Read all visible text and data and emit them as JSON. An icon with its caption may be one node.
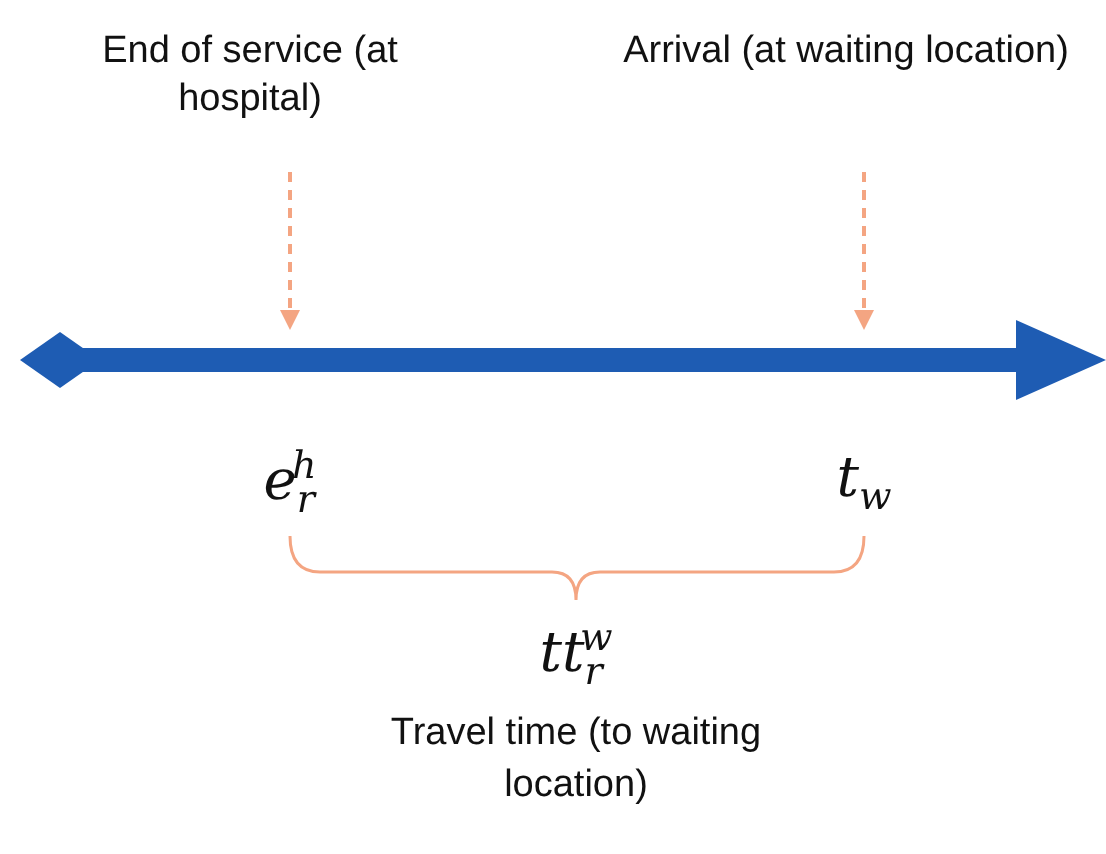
{
  "diagram": {
    "nodes": [
      {
        "text": [
          "End of service (at hospital)"
        ]
      },
      {
        "text": [
          "Arrival (at waiting location)"
        ]
      },
      {
        "text": [],
        "shape": "bar"
      }
    ],
    "edges": [
      {
        "from": 0,
        "to": 2,
        "arrow": "to",
        "style": "dashed",
        "color": "#f4a582"
      },
      {
        "from": 1,
        "to": 2,
        "arrow": "to",
        "style": "dashed",
        "color": "#f4a582"
      }
    ],
    "labels": [
      "e$_{r}$$^{h}$",
      "t$_{w}$",
      "tt$_{r}$$^{w}$",
      "Travel time (to waiting location)"
    ]
  }
}
